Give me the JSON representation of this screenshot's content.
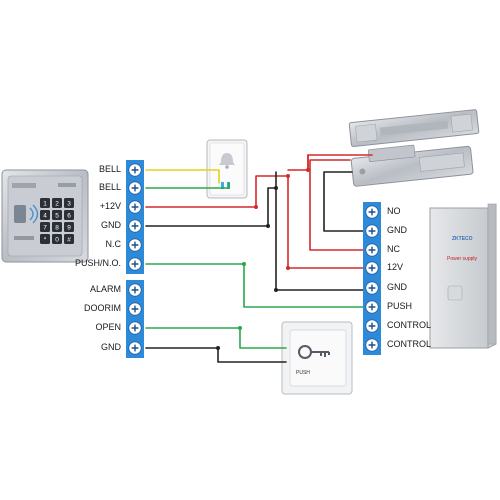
{
  "left_terminals": {
    "upper": [
      "BELL",
      "BELL",
      "+12V",
      "GND",
      "N.C",
      "PUSH/N.O."
    ],
    "lower": [
      "ALARM",
      "DOORIM",
      "OPEN",
      "GND"
    ]
  },
  "right_terminals": [
    "NO",
    "GND",
    "NC",
    "12V",
    "GND",
    "PUSH",
    "CONTROL",
    "CONTROL"
  ],
  "keypad": {
    "keys": [
      "1",
      "2",
      "3",
      "4",
      "5",
      "6",
      "7",
      "8",
      "9",
      "*",
      "0",
      "#"
    ]
  },
  "exit_button": {
    "label": "PUSH"
  },
  "power_supply": {
    "brand": "ZKTECO",
    "title": "Power supply"
  },
  "wire_colors": {
    "yellow": "#e3d21a",
    "green": "#2aa84a",
    "red": "#d42a2a",
    "black": "#222222",
    "terminal_blue": "#2e8ad8"
  }
}
